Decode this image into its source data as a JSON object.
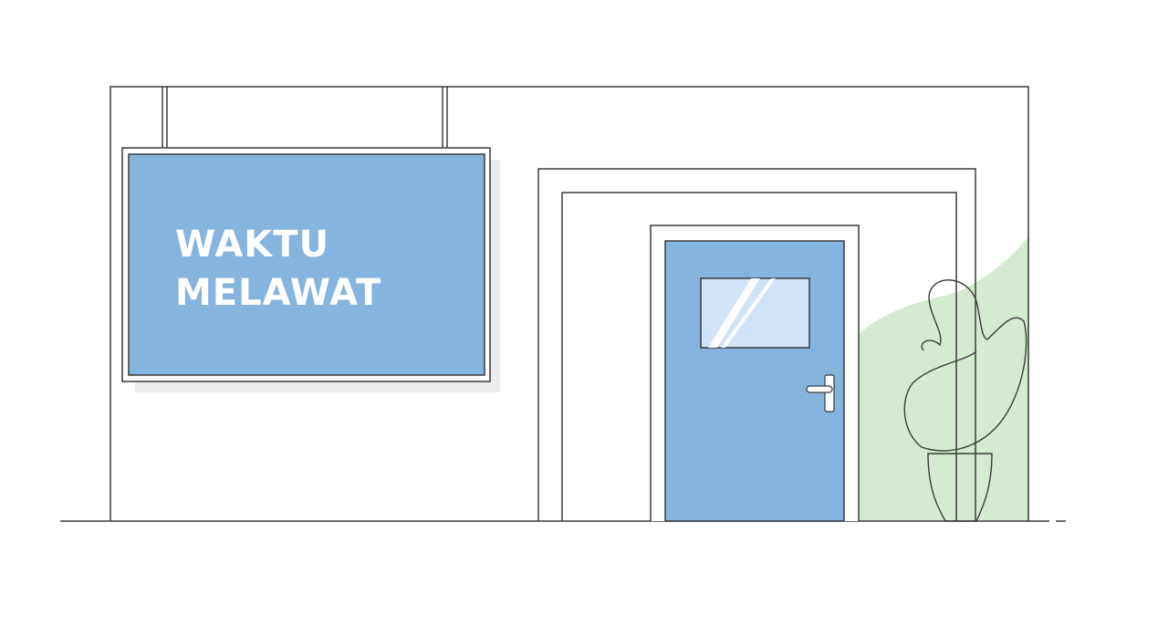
{
  "scene": {
    "description": "Line illustration of a building facade with a hanging sign and a blue door, a potted plant and a green wall accent",
    "sign": {
      "line1": "WAKTU",
      "line2": "MELAWAT"
    },
    "colors": {
      "sign_blue": "#85b4df",
      "door_blue": "#85b4df",
      "window_glass": "#cfe4f8",
      "green_accent": "#d3ebcf",
      "line": "#3a3a3a",
      "background": "#ffffff"
    }
  }
}
